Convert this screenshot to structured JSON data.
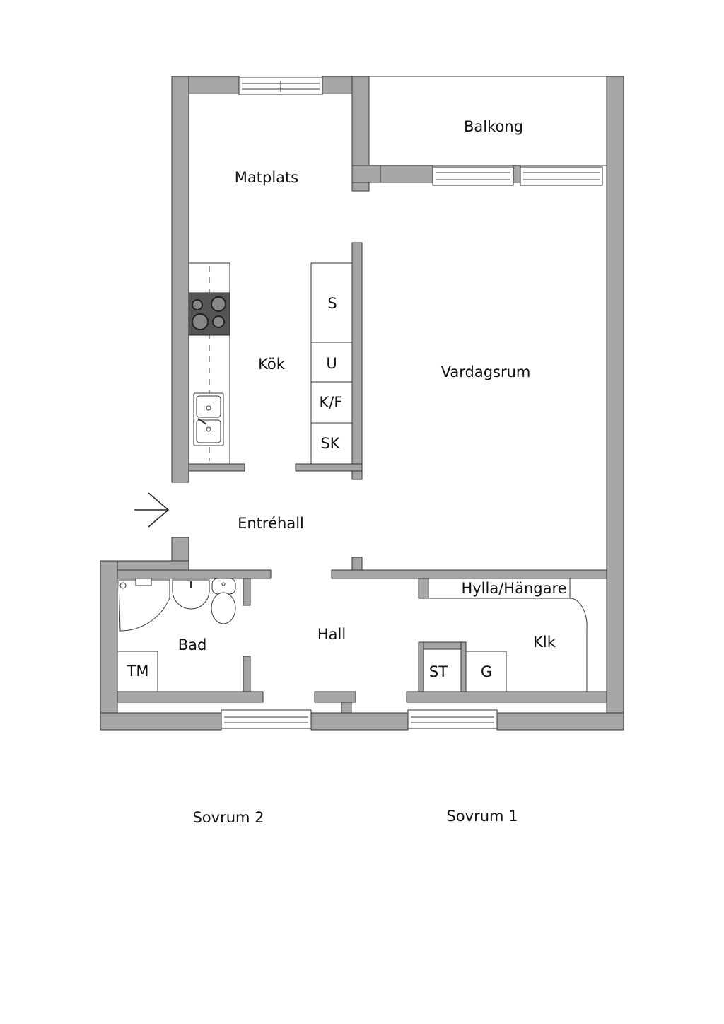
{
  "rooms": {
    "matplats": "Matplats",
    "balkong": "Balkong",
    "kok": "Kök",
    "vardagsrum": "Vardagsrum",
    "entrehall": "Entréhall",
    "bad": "Bad",
    "hall": "Hall",
    "klk": "Klk",
    "sovrum2": "Sovrum 2",
    "sovrum1": "Sovrum 1"
  },
  "fixtures": {
    "s": "S",
    "u": "U",
    "kf": "K/F",
    "sk": "SK",
    "tm": "TM",
    "st": "ST",
    "g": "G",
    "hylla": "Hylla/Hängare"
  },
  "colors": {
    "wall": "#a6a6a6",
    "stove": "#555555"
  }
}
